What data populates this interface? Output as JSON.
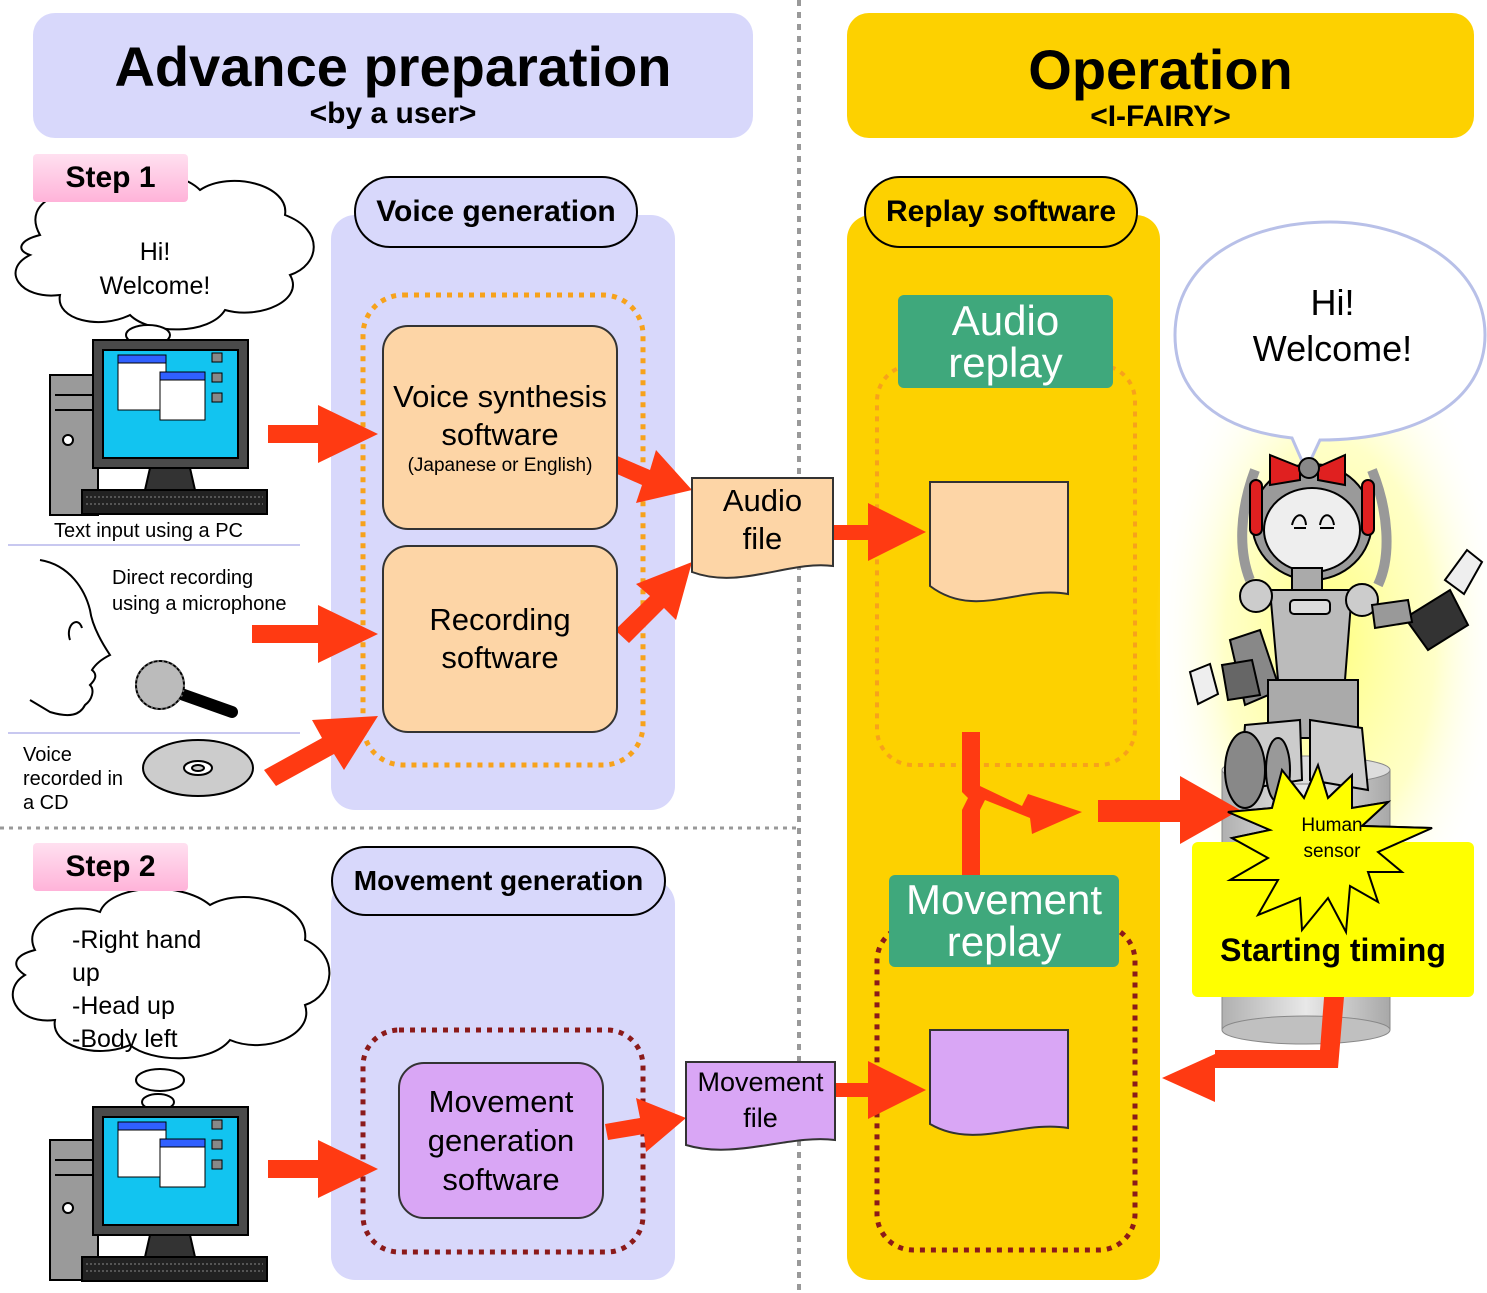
{
  "left_header": {
    "title": "Advance preparation",
    "subtitle": "<by a user>"
  },
  "right_header": {
    "title": "Operation",
    "subtitle": "<I-FAIRY>"
  },
  "step1": "Step 1",
  "step2": "Step 2",
  "voice_generation": "Voice generation",
  "movement_generation": "Movement generation",
  "replay_software": "Replay software",
  "thought1": [
    "Hi!",
    "Welcome!"
  ],
  "thought2": [
    "-Right hand",
    "up",
    "-Head up",
    "-Body left"
  ],
  "pc_label": "Text input using a PC",
  "mic_label": [
    "Direct recording",
    "using a microphone"
  ],
  "cd_label": [
    "Voice",
    "recorded in",
    "a CD"
  ],
  "voice_synth": {
    "line1": "Voice synthesis",
    "line2": "software",
    "note": "(Japanese or English)"
  },
  "recording": {
    "line1": "Recording",
    "line2": "software"
  },
  "movement_software": {
    "line1": "Movement",
    "line2": "generation",
    "line3": "software"
  },
  "audio_file": {
    "line1": "Audio",
    "line2": "file"
  },
  "movement_file": {
    "line1": "Movement",
    "line2": "file"
  },
  "audio_replay": {
    "line1": "Audio",
    "line2": "replay"
  },
  "movement_replay": {
    "line1": "Movement",
    "line2": "replay"
  },
  "robot_speech": [
    "Hi!",
    "Welcome!"
  ],
  "human_sensor": [
    "Human",
    "sensor"
  ],
  "starting_timing": "Starting timing",
  "colors": {
    "lavender": "#d8d8fb",
    "gold": "#fdd100",
    "peach": "#fdd5a6",
    "violet": "#d9a6f5",
    "green": "#3fa87c",
    "arrow": "#ff3a12",
    "yellow": "#ffff00"
  }
}
